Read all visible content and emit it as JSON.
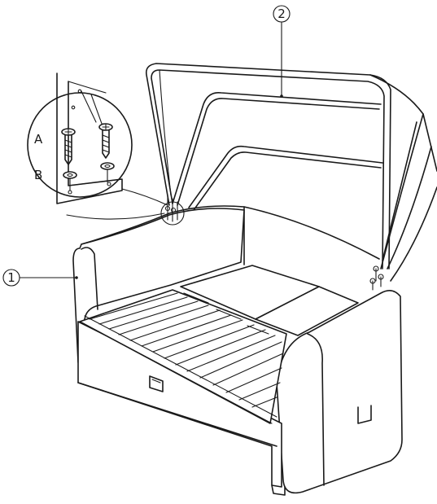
{
  "callouts": [
    {
      "id": "1",
      "label": "1"
    },
    {
      "id": "2",
      "label": "2"
    }
  ],
  "detail_labels": {
    "a": "A",
    "b": "B"
  }
}
